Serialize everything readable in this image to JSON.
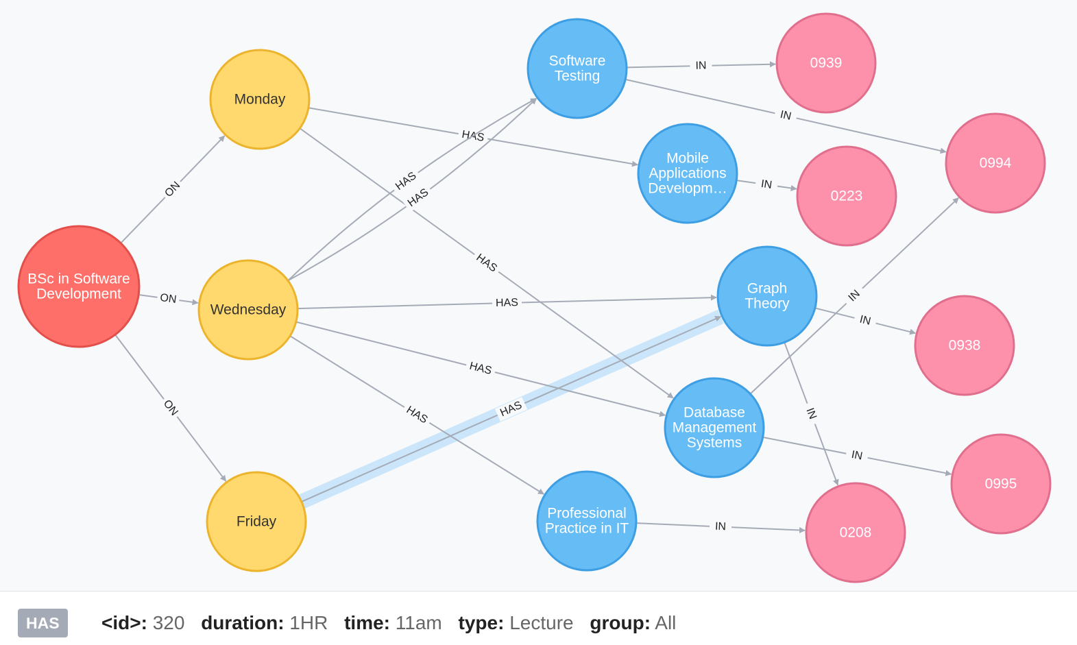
{
  "colors": {
    "program": {
      "fill": "#ff6f6a",
      "stroke": "#e3504b",
      "text": "#ffffff"
    },
    "day": {
      "fill": "#ffd86e",
      "stroke": "#ecb42c",
      "text": "#333333"
    },
    "module": {
      "fill": "#66bcf4",
      "stroke": "#3e9ee3",
      "text": "#ffffff"
    },
    "room": {
      "fill": "#fd91ab",
      "stroke": "#e06f8d",
      "text": "#ffffff"
    },
    "relationship": "#a5abb6",
    "selection_halo": "#cbe6fa"
  },
  "nodes": {
    "program": {
      "lines": [
        "BSc in Software",
        "Development"
      ]
    },
    "monday": {
      "lines": [
        "Monday"
      ]
    },
    "wednesday": {
      "lines": [
        "Wednesday"
      ]
    },
    "friday": {
      "lines": [
        "Friday"
      ]
    },
    "software_testing": {
      "lines": [
        "Software",
        "Testing"
      ]
    },
    "mobile_apps": {
      "lines": [
        "Mobile",
        "Applications",
        "Developm…"
      ]
    },
    "graph_theory": {
      "lines": [
        "Graph",
        "Theory"
      ]
    },
    "database_mgmt": {
      "lines": [
        "Database",
        "Management",
        "Systems"
      ]
    },
    "professional_practice": {
      "lines": [
        "Professional",
        "Practice in IT"
      ]
    },
    "room_0939": {
      "lines": [
        "0939"
      ]
    },
    "room_0994": {
      "lines": [
        "0994"
      ]
    },
    "room_0223": {
      "lines": [
        "0223"
      ]
    },
    "room_0938": {
      "lines": [
        "0938"
      ]
    },
    "room_0995": {
      "lines": [
        "0995"
      ]
    },
    "room_0208": {
      "lines": [
        "0208"
      ]
    }
  },
  "relationships": [
    {
      "from": "program",
      "to": "monday",
      "label": "ON"
    },
    {
      "from": "program",
      "to": "wednesday",
      "label": "ON"
    },
    {
      "from": "program",
      "to": "friday",
      "label": "ON"
    },
    {
      "from": "monday",
      "to": "mobile_apps",
      "label": "HAS"
    },
    {
      "from": "monday",
      "to": "database_mgmt",
      "label": "HAS"
    },
    {
      "from": "wednesday",
      "to": "software_testing",
      "label": "HAS"
    },
    {
      "from": "wednesday",
      "to": "software_testing",
      "label": "HAS"
    },
    {
      "from": "wednesday",
      "to": "graph_theory",
      "label": "HAS"
    },
    {
      "from": "wednesday",
      "to": "database_mgmt",
      "label": "HAS"
    },
    {
      "from": "wednesday",
      "to": "professional_practice",
      "label": "HAS"
    },
    {
      "from": "friday",
      "to": "graph_theory",
      "label": "HAS",
      "selected": true
    },
    {
      "from": "software_testing",
      "to": "room_0939",
      "label": "IN"
    },
    {
      "from": "software_testing",
      "to": "room_0994",
      "label": "IN"
    },
    {
      "from": "mobile_apps",
      "to": "room_0223",
      "label": "IN"
    },
    {
      "from": "graph_theory",
      "to": "room_0938",
      "label": "IN"
    },
    {
      "from": "graph_theory",
      "to": "room_0208",
      "label": "IN"
    },
    {
      "from": "database_mgmt",
      "to": "room_0994",
      "label": "IN"
    },
    {
      "from": "database_mgmt",
      "to": "room_0995",
      "label": "IN"
    },
    {
      "from": "professional_practice",
      "to": "room_0208",
      "label": "IN"
    }
  ],
  "footer": {
    "rel_type": "HAS",
    "id_key": "<id>:",
    "id_val": "320",
    "duration_key": "duration:",
    "duration_val": "1HR",
    "time_key": "time:",
    "time_val": "11am",
    "type_key": "type:",
    "type_val": "Lecture",
    "group_key": "group:",
    "group_val": "All"
  }
}
